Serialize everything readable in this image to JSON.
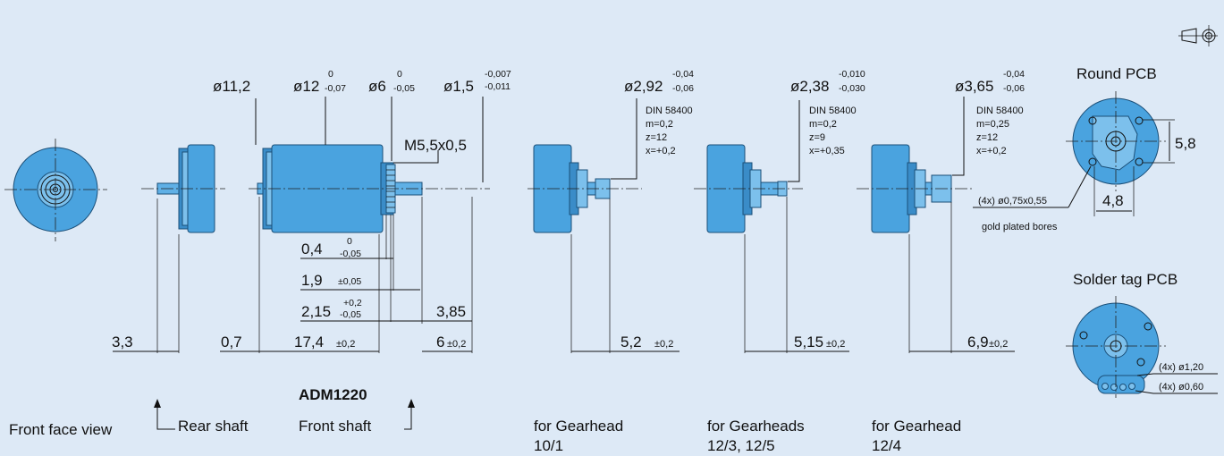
{
  "product": "ADM1220",
  "views": {
    "front_face": "Front face view",
    "rear_shaft": "Rear shaft",
    "front_shaft": "Front shaft"
  },
  "dims": {
    "d11_2": "ø11,2",
    "d12": "ø12",
    "d12_tol_up": "0",
    "d12_tol_lo": "-0,07",
    "d6": "ø6",
    "d6_tol_up": "0",
    "d6_tol_lo": "-0,05",
    "d1_5": "ø1,5",
    "d1_5_tol_up": "-0,007",
    "d1_5_tol_lo": "-0,011",
    "thread": "M5,5x0,5",
    "l0_4": "0,4",
    "l0_4_tol_up": "0",
    "l0_4_tol_lo": "-0,05",
    "l1_9": "1,9",
    "l1_9_tol": "±0,05",
    "l2_15": "2,15",
    "l2_15_tol_up": "+0,2",
    "l2_15_tol_lo": "-0,05",
    "l3_85": "3,85",
    "l3_3": "3,3",
    "l0_7": "0,7",
    "l17_4": "17,4",
    "l17_4_tol": "±0,2",
    "l6": "6",
    "l6_tol": "±0,2"
  },
  "gearhead_variants": [
    {
      "diameter": "ø2,92",
      "tol_up": "-0,04",
      "tol_lo": "-0,06",
      "spec": [
        "DIN 58400",
        "m=0,2",
        "z=12",
        "x=+0,2"
      ],
      "length": "5,2",
      "length_tol": "±0,2",
      "caption1": "for Gearhead",
      "caption2": "10/1"
    },
    {
      "diameter": "ø2,38",
      "tol_up": "-0,010",
      "tol_lo": "-0,030",
      "spec": [
        "DIN 58400",
        "m=0,2",
        "z=9",
        "x=+0,35"
      ],
      "length": "5,15",
      "length_tol": "±0,2",
      "caption1": "for Gearheads",
      "caption2": "12/3, 12/5"
    },
    {
      "diameter": "ø3,65",
      "tol_up": "-0,04",
      "tol_lo": "-0,06",
      "spec": [
        "DIN 58400",
        "m=0,25",
        "z=12",
        "x=+0,2"
      ],
      "length": "6,9",
      "length_tol": "±0,2",
      "caption1": "for Gearhead",
      "caption2": "12/4"
    }
  ],
  "round_pcb": {
    "title": "Round PCB",
    "dim_v": "5,8",
    "dim_h": "4,8",
    "bores": "(4x) ø0,75x0,55",
    "bores_note": "gold plated bores"
  },
  "solder_pcb": {
    "title": "Solder tag PCB",
    "hole1": "(4x) ø1,20",
    "hole2": "(4x) ø0,60"
  },
  "projection_symbol": "third-angle-projection-icon"
}
